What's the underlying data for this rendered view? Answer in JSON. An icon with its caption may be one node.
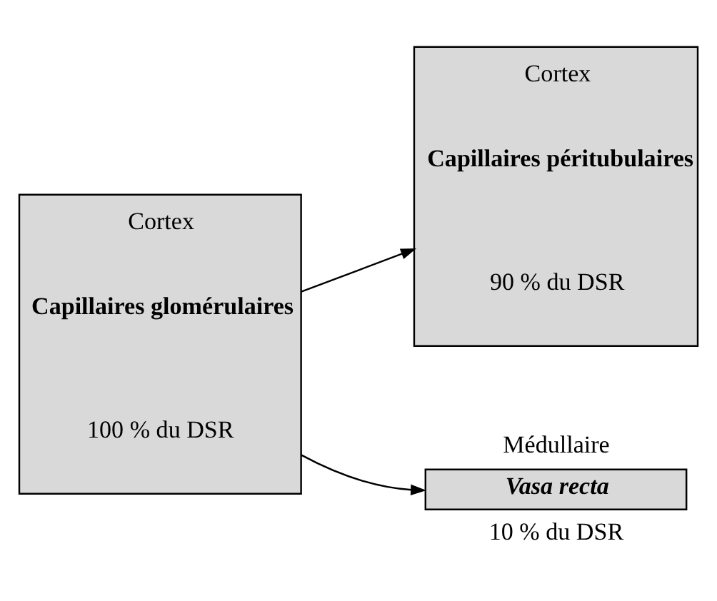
{
  "diagram": {
    "nodes": [
      {
        "text": [
          "Cortex",
          "Capillaires glomérulaires",
          "100 % du DSR"
        ]
      },
      {
        "text": [
          "Cortex",
          "Capillaires péritubulaires",
          "90 % du DSR"
        ]
      },
      {
        "text": [
          "Médullaire",
          "Vasa recta"
        ],
        "beside": [
          "10 % du DSR"
        ]
      }
    ],
    "edges": [
      {
        "from": 0,
        "to": 1,
        "arrow": "to"
      },
      {
        "from": 0,
        "to": 2,
        "arrow": "to"
      }
    ]
  }
}
